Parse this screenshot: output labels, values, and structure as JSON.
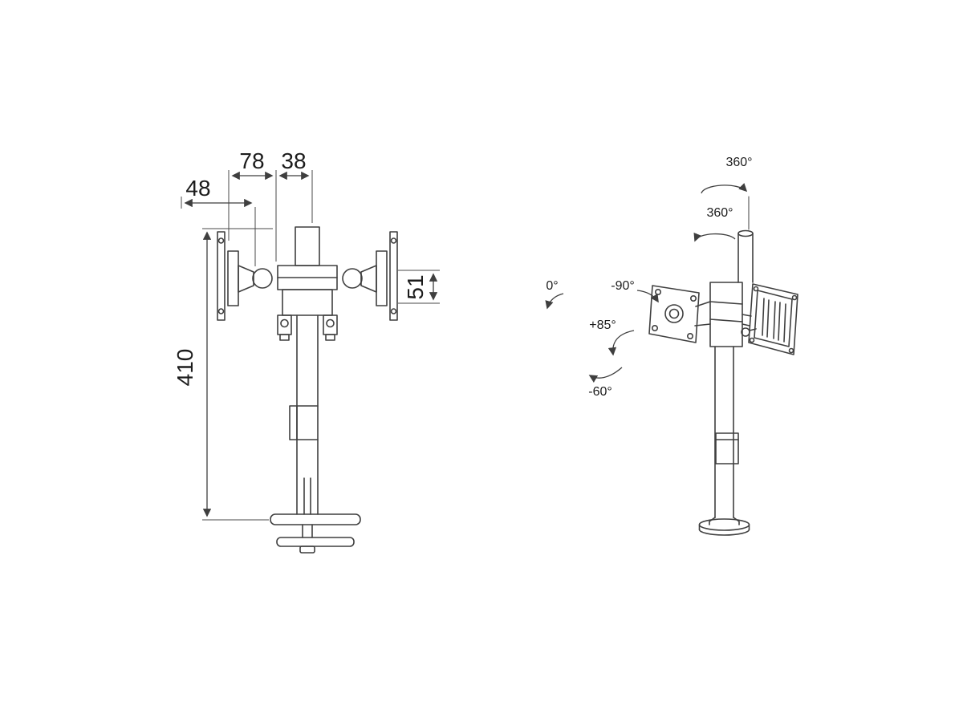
{
  "diagram": {
    "kind": "technical-drawing",
    "subject": "monitor desk-mount pole: front dimensioned view and perspective rotation view",
    "line_color": "#3f3f3f",
    "text_color": "#1c1c1c",
    "front_view": {
      "dimensions": {
        "arm_span_mm": "78",
        "pole_width_mm": "38",
        "plate_offset_mm": "48",
        "bracket_height_mm": "51",
        "pole_height_mm": "410"
      }
    },
    "perspective_view": {
      "rotations": {
        "swivel_top": "360°",
        "swivel_mid": "360°",
        "tilt_left_edge": "0°",
        "tilt_back": "-90°",
        "tilt_up": "+85°",
        "tilt_down": "-60°"
      }
    }
  }
}
